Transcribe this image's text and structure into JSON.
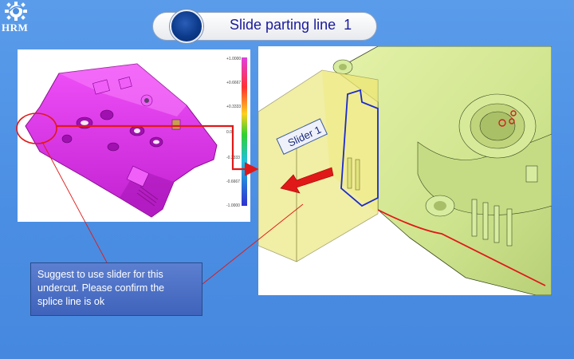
{
  "logo": {
    "text": "HRM"
  },
  "title": {
    "text": "Slide parting line  1"
  },
  "scale": {
    "labels": [
      "+1.0000",
      "+0.6667",
      "+0.3333",
      "0.0",
      "-0.3333",
      "-0.6667",
      "-1.0000"
    ]
  },
  "slider_label": {
    "text": "Slider 1"
  },
  "callout": {
    "lines": [
      "Suggest to use slider for this",
      "undercut. Please confirm the",
      "splice line is ok"
    ]
  },
  "colors": {
    "background": "#4a8ee3",
    "part_magenta": "#e030e8",
    "part_green": "#d8ec9a",
    "slider_yellow": "#e8e36a",
    "arrow_red": "#e01818",
    "callout_blue": "#4a6fc6"
  }
}
